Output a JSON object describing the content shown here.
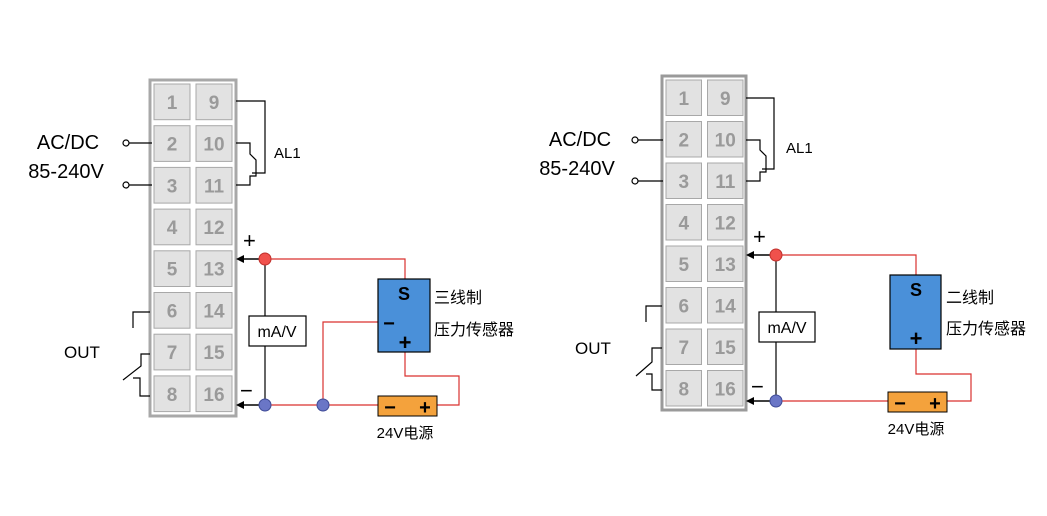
{
  "diagrams": [
    {
      "power_label_line1": "AC/DC",
      "power_label_line2": "85-240V",
      "alarm_label": "AL1",
      "out_label": "OUT",
      "plus_sign": "+",
      "minus_sign": "−",
      "meter_label": "mA/V",
      "sensor_s": "S",
      "sensor_minus": "−",
      "sensor_plus": "+",
      "sensor_name_line1": "三线制",
      "sensor_name_line2": "压力传感器",
      "supply_minus": "−",
      "supply_plus": "+",
      "supply_label": "24V电源",
      "terminals_left": [
        "1",
        "2",
        "3",
        "4",
        "5",
        "6",
        "7",
        "8"
      ],
      "terminals_right": [
        "9",
        "10",
        "11",
        "12",
        "13",
        "14",
        "15",
        "16"
      ]
    },
    {
      "power_label_line1": "AC/DC",
      "power_label_line2": "85-240V",
      "alarm_label": "AL1",
      "out_label": "OUT",
      "plus_sign": "+",
      "minus_sign": "−",
      "meter_label": "mA/V",
      "sensor_s": "S",
      "sensor_plus": "+",
      "sensor_name_line1": "二线制",
      "sensor_name_line2": "压力传感器",
      "supply_minus": "−",
      "supply_plus": "+",
      "supply_label": "24V电源",
      "terminals_left": [
        "1",
        "2",
        "3",
        "4",
        "5",
        "6",
        "7",
        "8"
      ],
      "terminals_right": [
        "9",
        "10",
        "11",
        "12",
        "13",
        "14",
        "15",
        "16"
      ]
    }
  ],
  "colors": {
    "wire_red": "#d9312f",
    "wire_black": "#000000",
    "node_red": "#f0514c",
    "node_blue": "#6a76c6",
    "sensor_fill": "#4a90d9",
    "supply_fill": "#f4a23c",
    "terminal_fill": "#e2e2e2",
    "terminal_border": "#a8a8a8"
  }
}
